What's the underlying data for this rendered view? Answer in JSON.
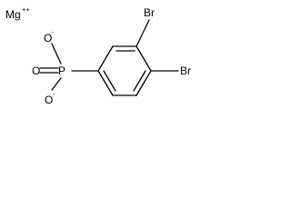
{
  "figure": {
    "counterion": {
      "symbol": "Mg",
      "charge": "++"
    },
    "phosphonate": {
      "phosphorus": "P",
      "double_bond_oxygen": "O",
      "anionic_oxygen_top": "O",
      "anionic_oxygen_top_charge": "-",
      "anionic_oxygen_bottom": "O",
      "anionic_oxygen_bottom_charge": "-"
    },
    "substituents": {
      "bromine_upper": "Br",
      "bromine_lower": "Br"
    }
  }
}
